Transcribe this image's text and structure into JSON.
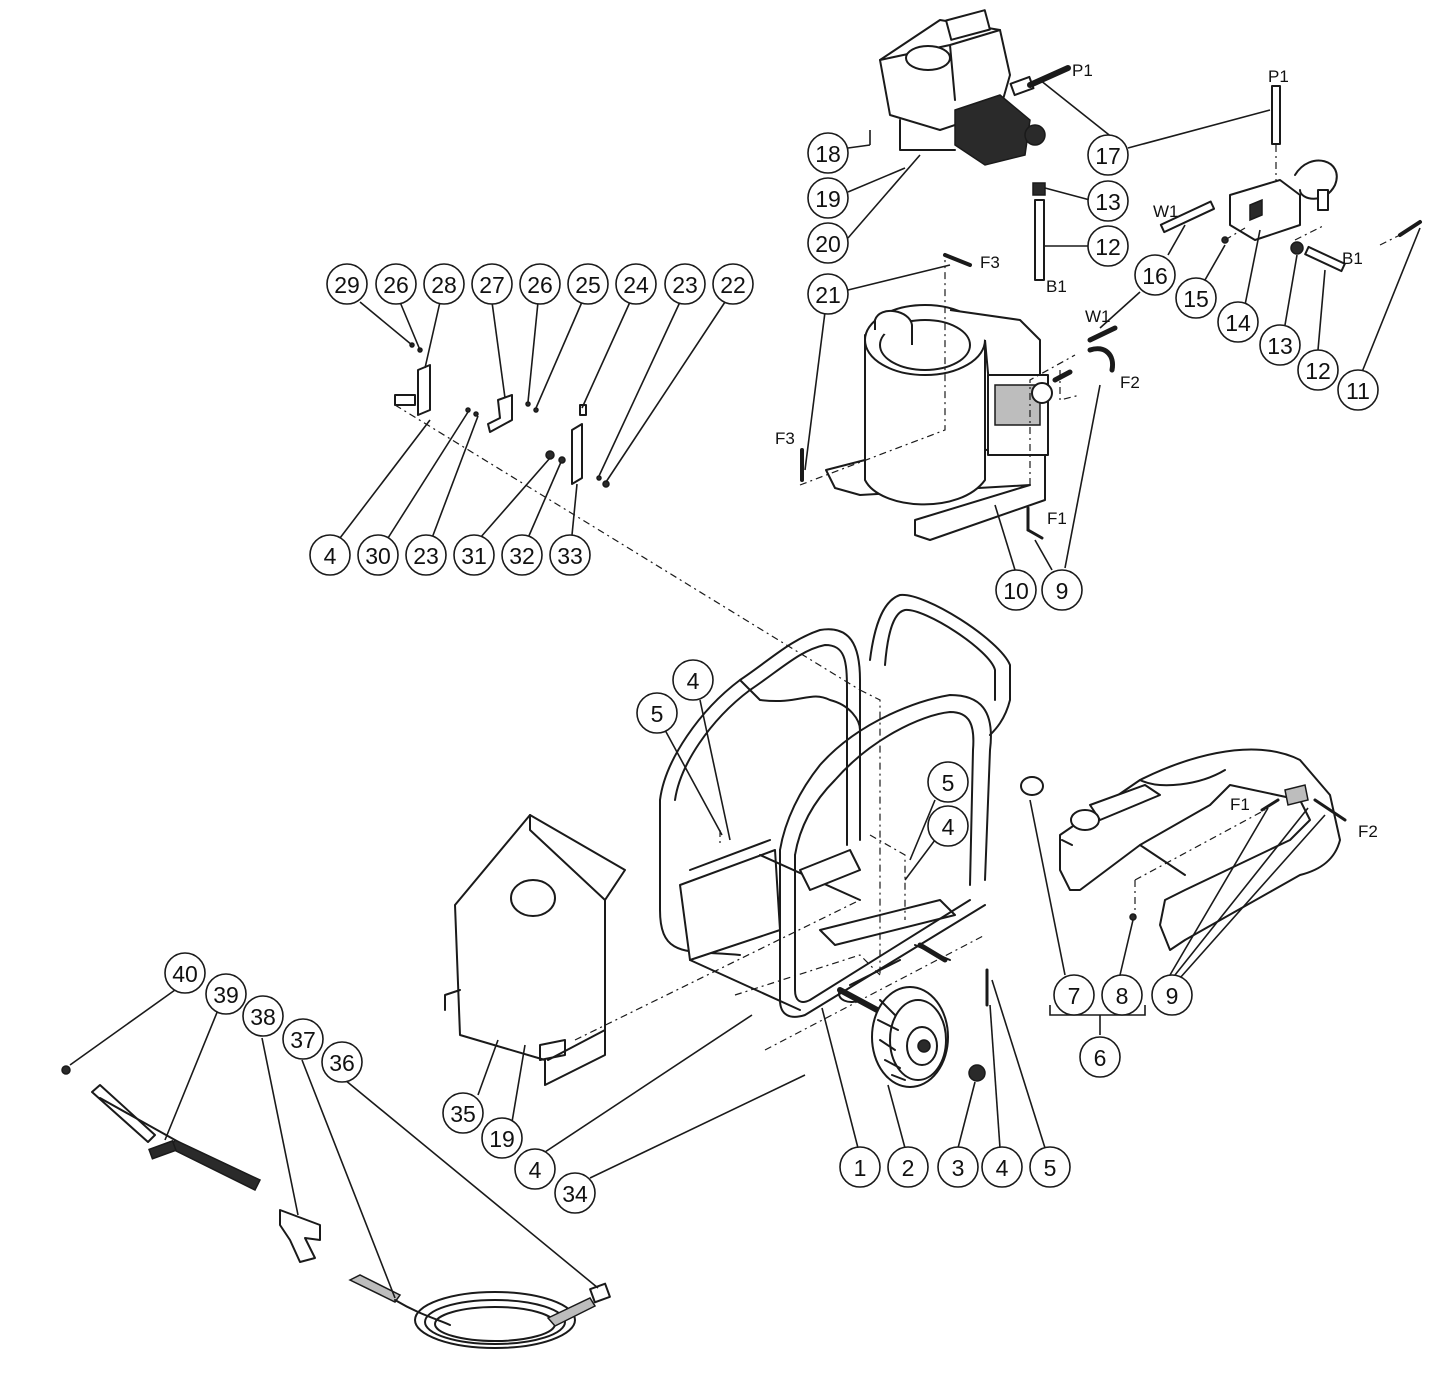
{
  "callouts": {
    "c1": "1",
    "c2": "2",
    "c3": "3",
    "c4": "4",
    "c5": "5",
    "c6": "6",
    "c7": "7",
    "c8": "8",
    "c9": "9",
    "c10": "10",
    "c11": "11",
    "c12": "12",
    "c13": "13",
    "c14": "14",
    "c15": "15",
    "c16": "16",
    "c17": "17",
    "c18": "18",
    "c19": "19",
    "c20": "20",
    "c21": "21",
    "c22": "22",
    "c23": "23",
    "c24": "24",
    "c25": "25",
    "c26": "26",
    "c27": "27",
    "c28": "28",
    "c29": "29",
    "c30": "30",
    "c31": "31",
    "c32": "32",
    "c33": "33",
    "c34": "34",
    "c35": "35",
    "c36": "36",
    "c37": "37",
    "c38": "38",
    "c39": "39",
    "c40": "40"
  },
  "connections": {
    "p1": "P1",
    "w1": "W1",
    "b1": "B1",
    "f1": "F1",
    "f2": "F2",
    "f3": "F3"
  }
}
